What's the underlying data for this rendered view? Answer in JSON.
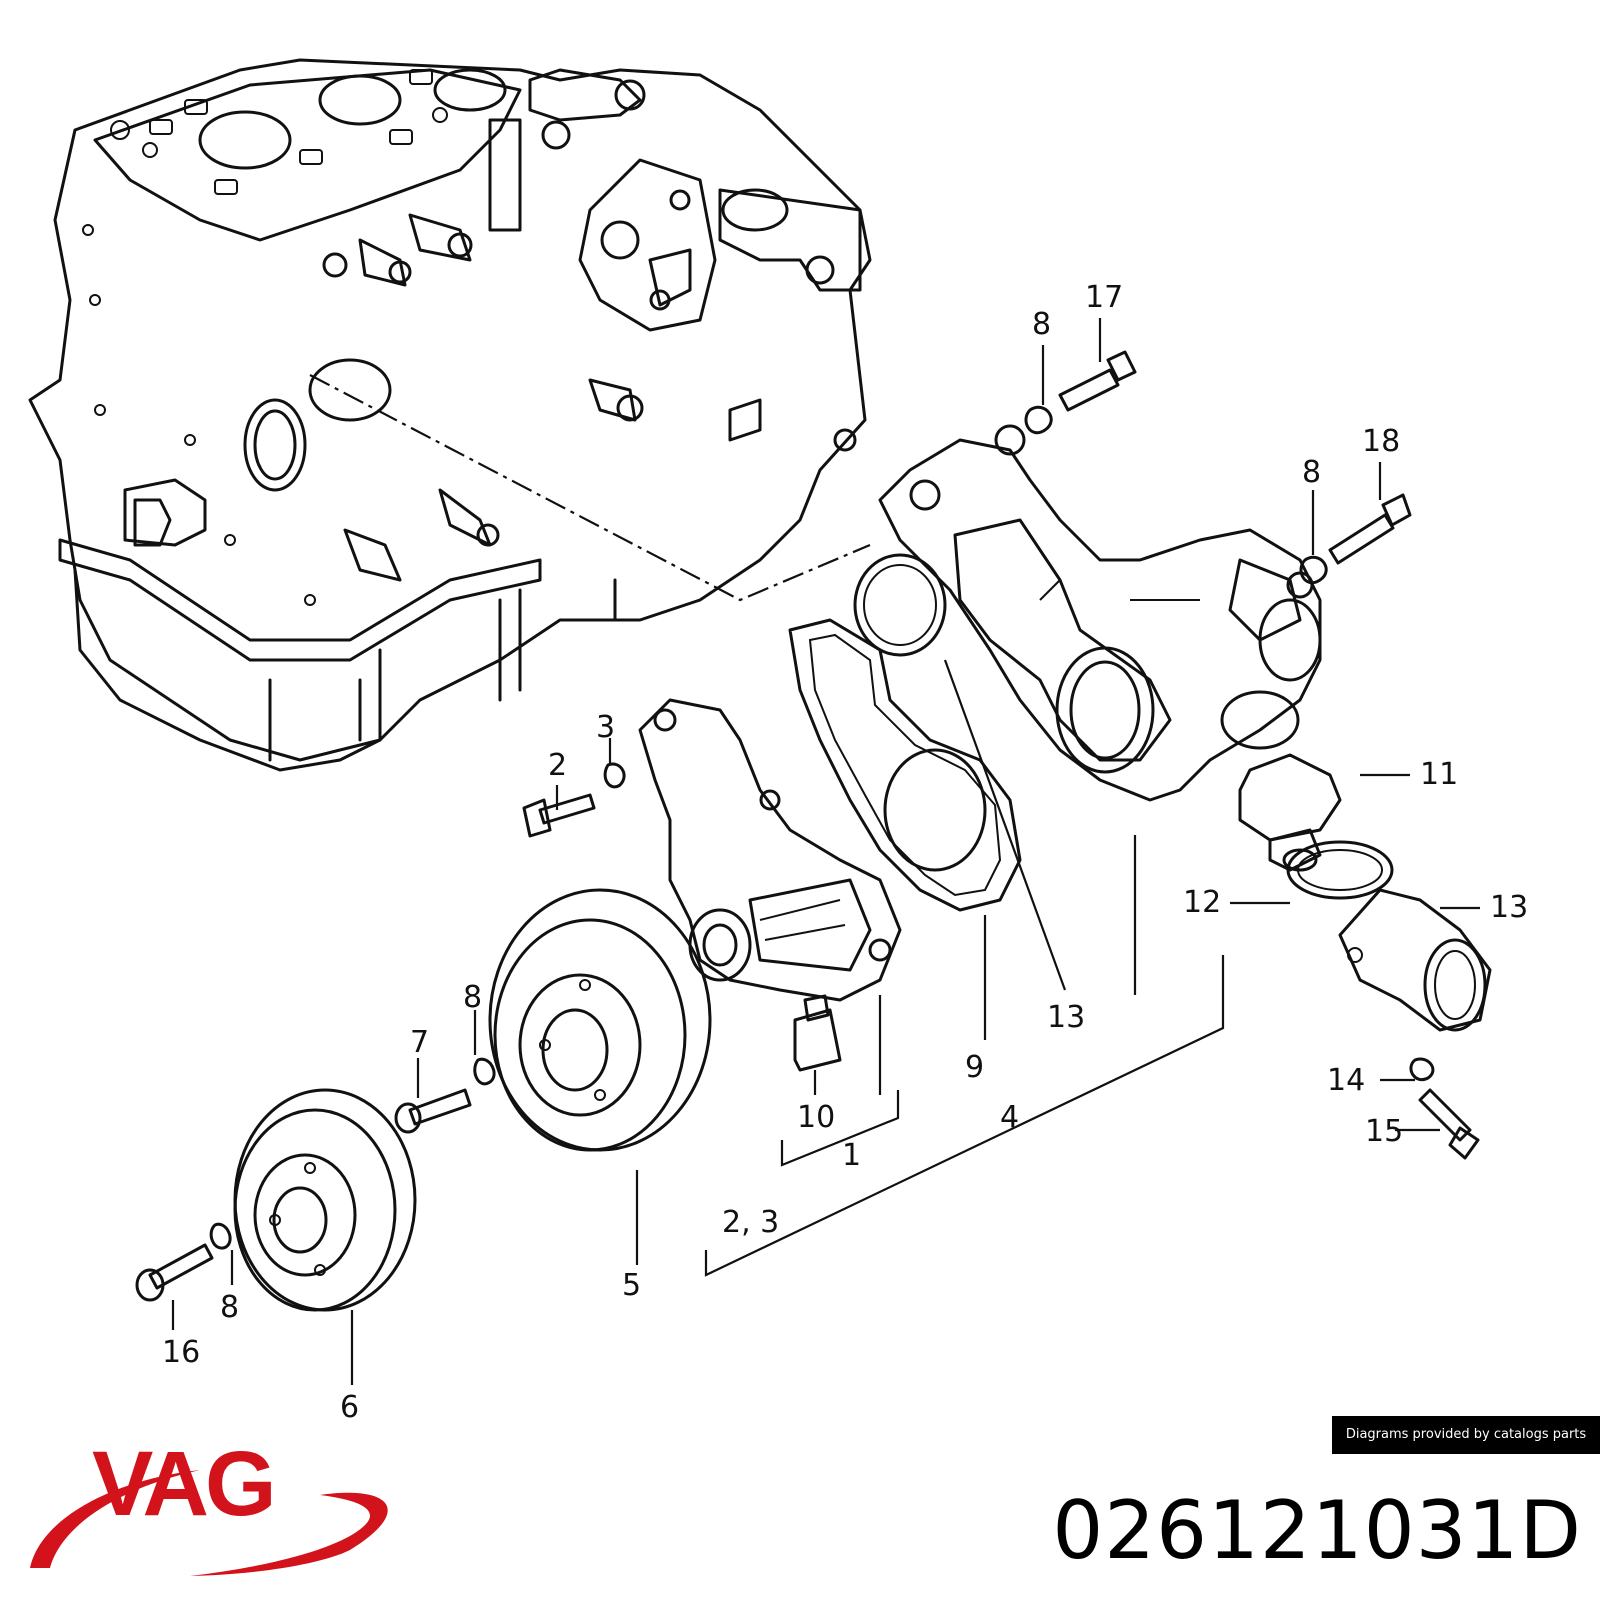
{
  "callouts": [
    {
      "id": "c1",
      "text": "1"
    },
    {
      "id": "c23",
      "text": "2, 3"
    },
    {
      "id": "c2",
      "text": "2"
    },
    {
      "id": "c3",
      "text": "3"
    },
    {
      "id": "c4",
      "text": "4"
    },
    {
      "id": "c5",
      "text": "5"
    },
    {
      "id": "c6",
      "text": "6"
    },
    {
      "id": "c7",
      "text": "7"
    },
    {
      "id": "c8a",
      "text": "8"
    },
    {
      "id": "c8b",
      "text": "8"
    },
    {
      "id": "c8c",
      "text": "8"
    },
    {
      "id": "c8d",
      "text": "8"
    },
    {
      "id": "c9",
      "text": "9"
    },
    {
      "id": "c10",
      "text": "10"
    },
    {
      "id": "c11",
      "text": "11"
    },
    {
      "id": "c12",
      "text": "12"
    },
    {
      "id": "c13a",
      "text": "13"
    },
    {
      "id": "c13b",
      "text": "13"
    },
    {
      "id": "c14",
      "text": "14"
    },
    {
      "id": "c15",
      "text": "15"
    },
    {
      "id": "c16",
      "text": "16"
    },
    {
      "id": "c17",
      "text": "17"
    },
    {
      "id": "c18",
      "text": "18"
    }
  ],
  "credit": "Diagrams provided by catalogs parts",
  "brand": {
    "name": "VAG",
    "color": "#d3131b"
  },
  "part_number": "026121031D"
}
